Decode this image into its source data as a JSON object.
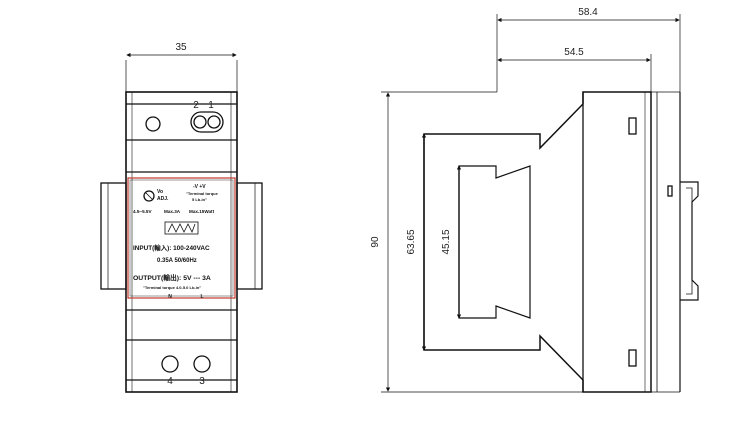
{
  "front_view": {
    "width_dim": "35",
    "terminals_top": [
      "2",
      "1"
    ],
    "terminals_bottom": [
      "4",
      "3"
    ],
    "label": {
      "adj_line1": "Vo",
      "adj_line2": "ADJ.",
      "polarity": "-V   +V",
      "torque_note_1": "\"Terminal torque",
      "torque_note_2": "5 Lb-in\"",
      "vo_range": "4.5~5.5V",
      "max_current": "Max.3A",
      "max_power": "Max.15Watt",
      "input_line": "INPUT(輸入): 100-240VAC",
      "input_rating": "0.35A   50/60Hz",
      "output_line": "OUTPUT(輸出): 5V --- 3A",
      "output_torque": "\"Terminal torque 4.0-5.0 Lb-in\"",
      "n_label": "N",
      "l_label": "L"
    }
  },
  "side_view": {
    "dim_overall_width": "58.4",
    "dim_body_width": "54.5",
    "dim_height": "90",
    "dim_mid_height": "63.65",
    "dim_inner_height": "45.15"
  },
  "colors": {
    "line": "#111111",
    "label_border": "#c0392b"
  }
}
